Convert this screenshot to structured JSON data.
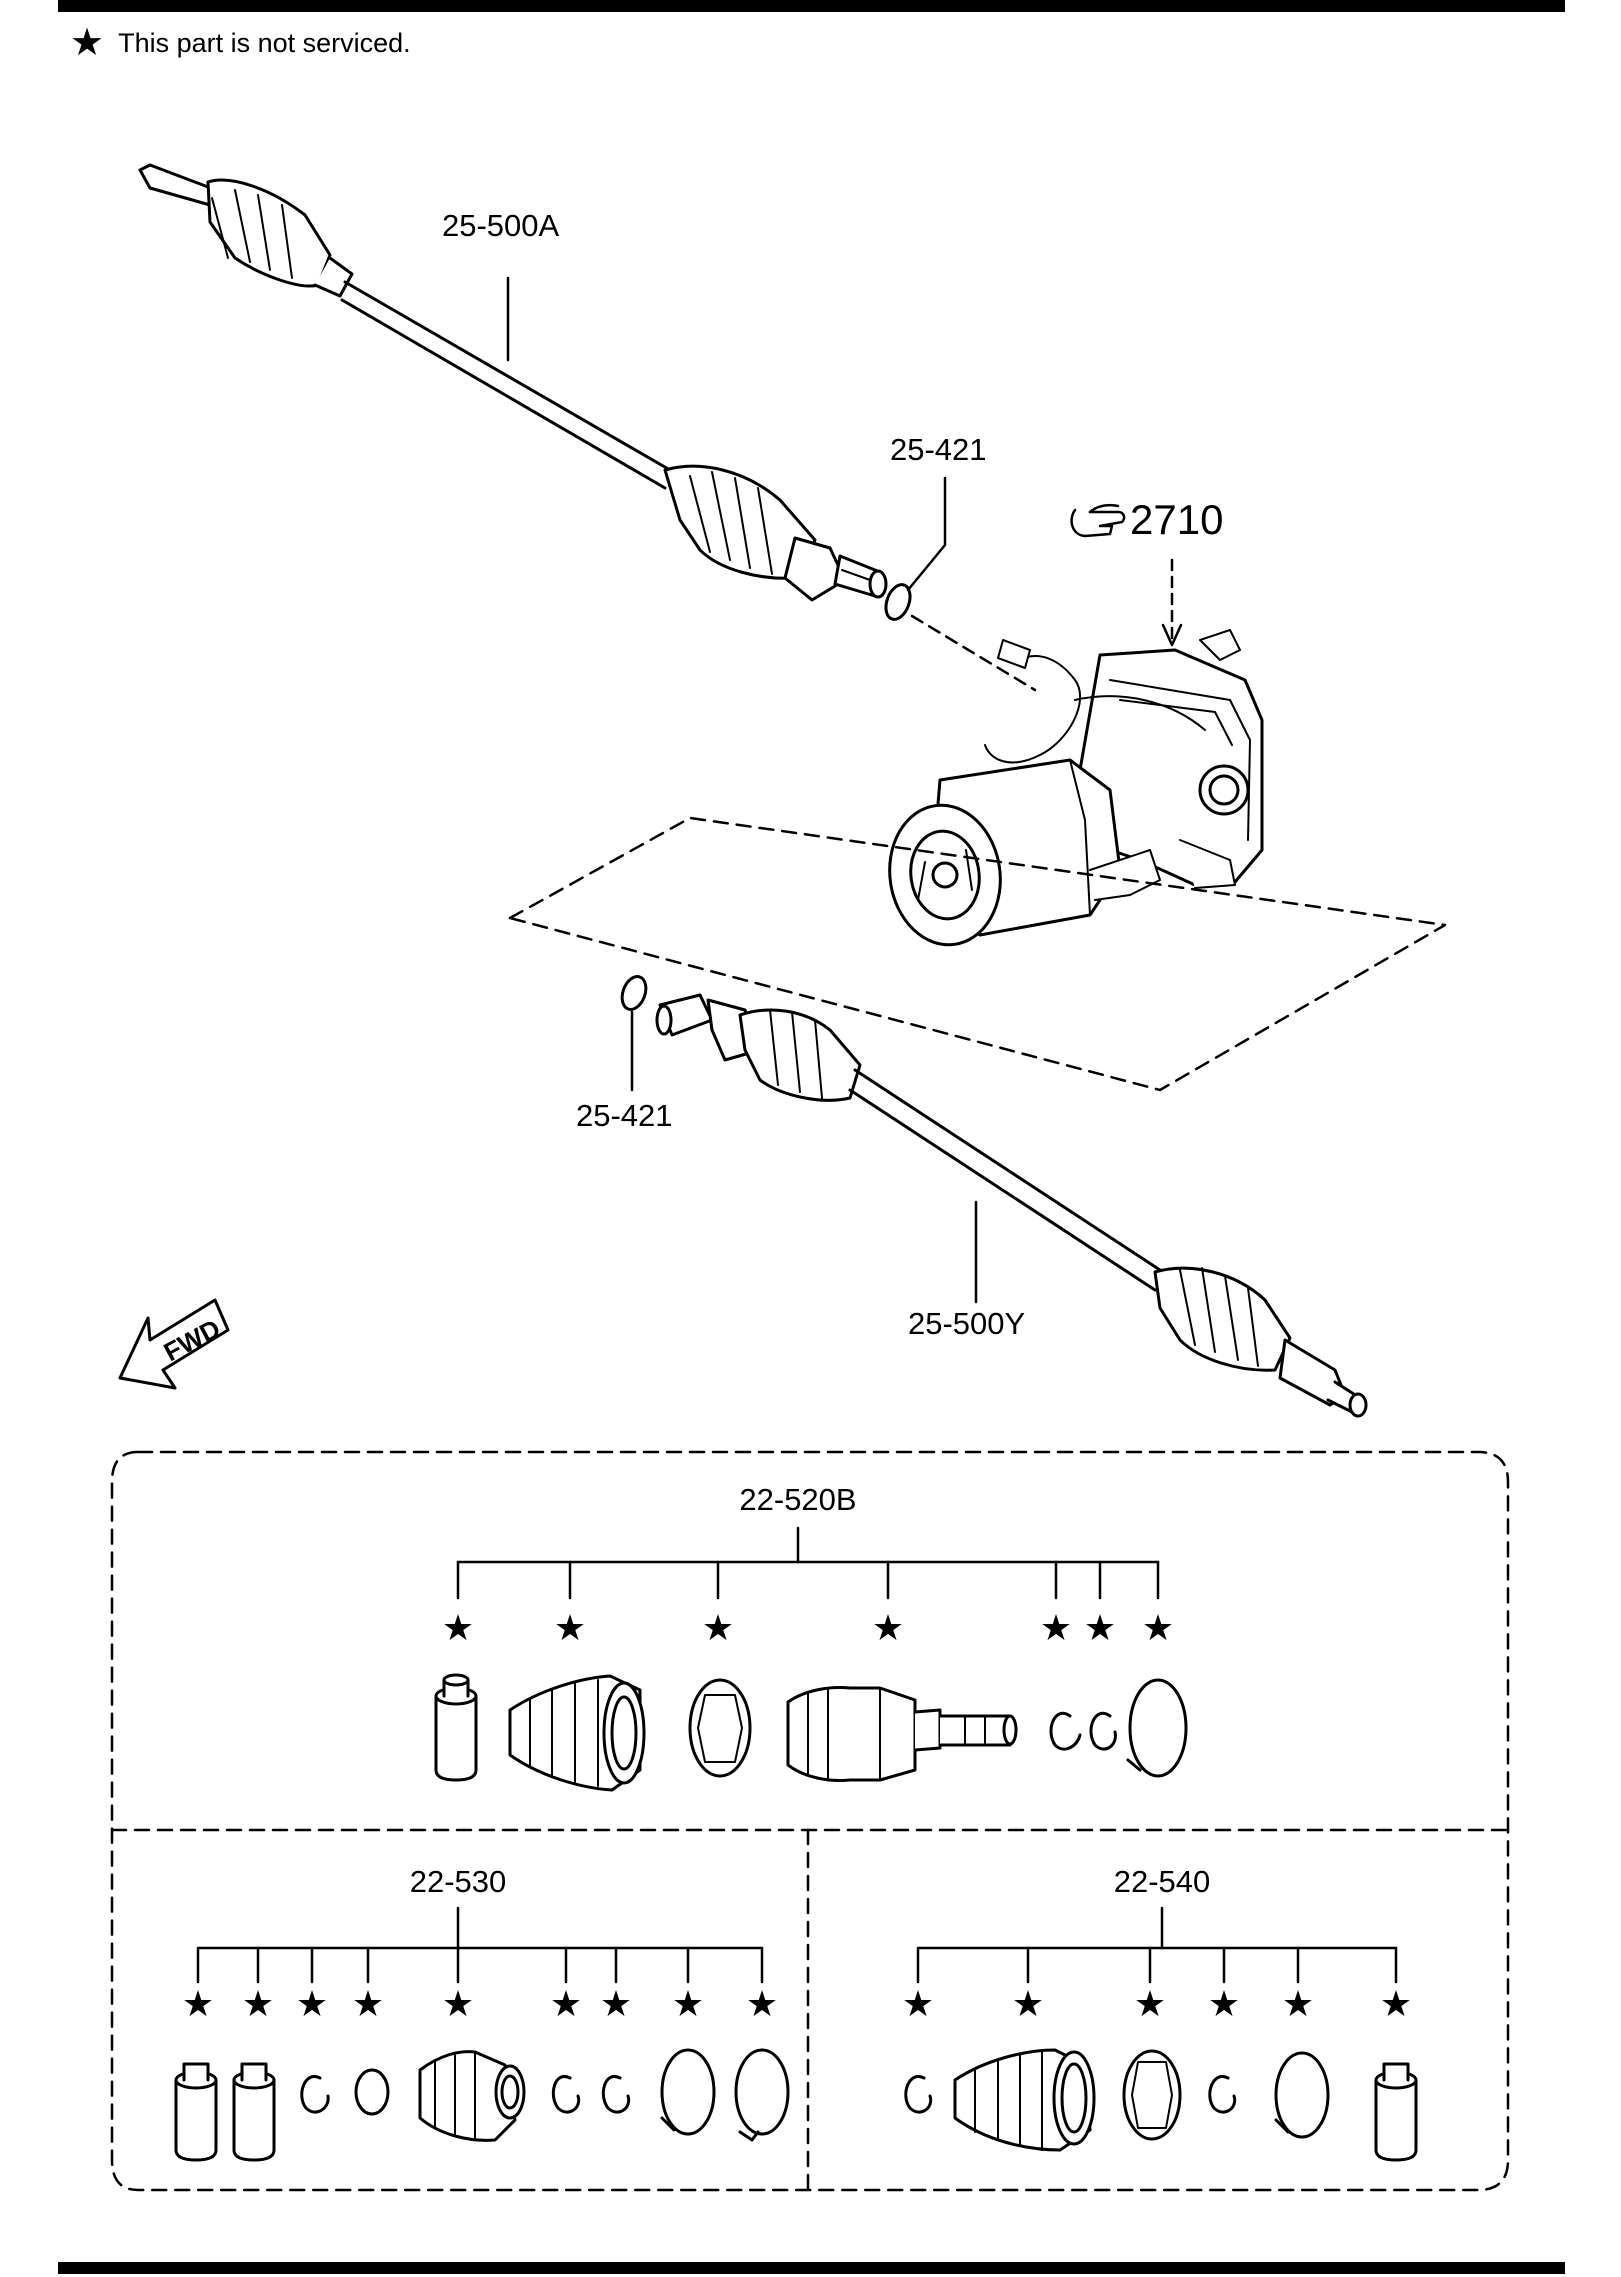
{
  "legend": {
    "star_symbol": "★",
    "text": "This part is not serviced."
  },
  "callouts": {
    "shaft_a": "25-500A",
    "ring_upper": "25-421",
    "ref_2710": "2710",
    "ring_lower": "25-421",
    "shaft_y": "25-500Y"
  },
  "fwd_text": "FWD",
  "kits": {
    "top": {
      "label": "22-520B",
      "star_count": 7
    },
    "left": {
      "label": "22-530",
      "star_count": 9
    },
    "right": {
      "label": "22-540",
      "star_count": 6
    }
  }
}
